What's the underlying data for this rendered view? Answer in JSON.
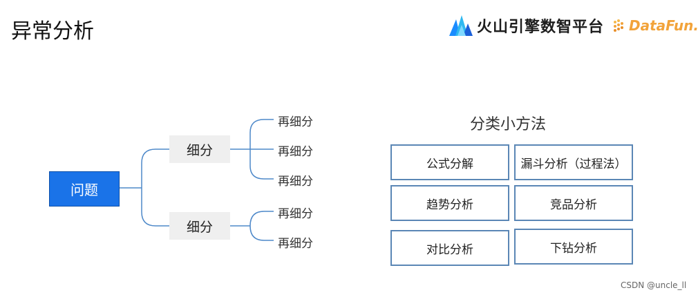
{
  "page_title": "异常分析",
  "brands": {
    "volcano": "火山引擎数智平台",
    "datafun": "DataFun."
  },
  "tree": {
    "root": "问题",
    "branches": [
      {
        "label": "细分",
        "leaves": [
          "再细分",
          "再细分",
          "再细分"
        ]
      },
      {
        "label": "细分",
        "leaves": [
          "再细分",
          "再细分"
        ]
      }
    ]
  },
  "methods": {
    "title": "分类小方法",
    "items": [
      "公式分解",
      "漏斗分析（过程法）",
      "趋势分析",
      "竞品分析",
      "对比分析",
      "下钻分析"
    ]
  },
  "colors": {
    "root_fill": "#1a73e8",
    "connector": "#4d88c9",
    "cell_border": "#5a86b5",
    "subnode_fill": "#efefef"
  },
  "watermark": "CSDN @uncle_ll"
}
